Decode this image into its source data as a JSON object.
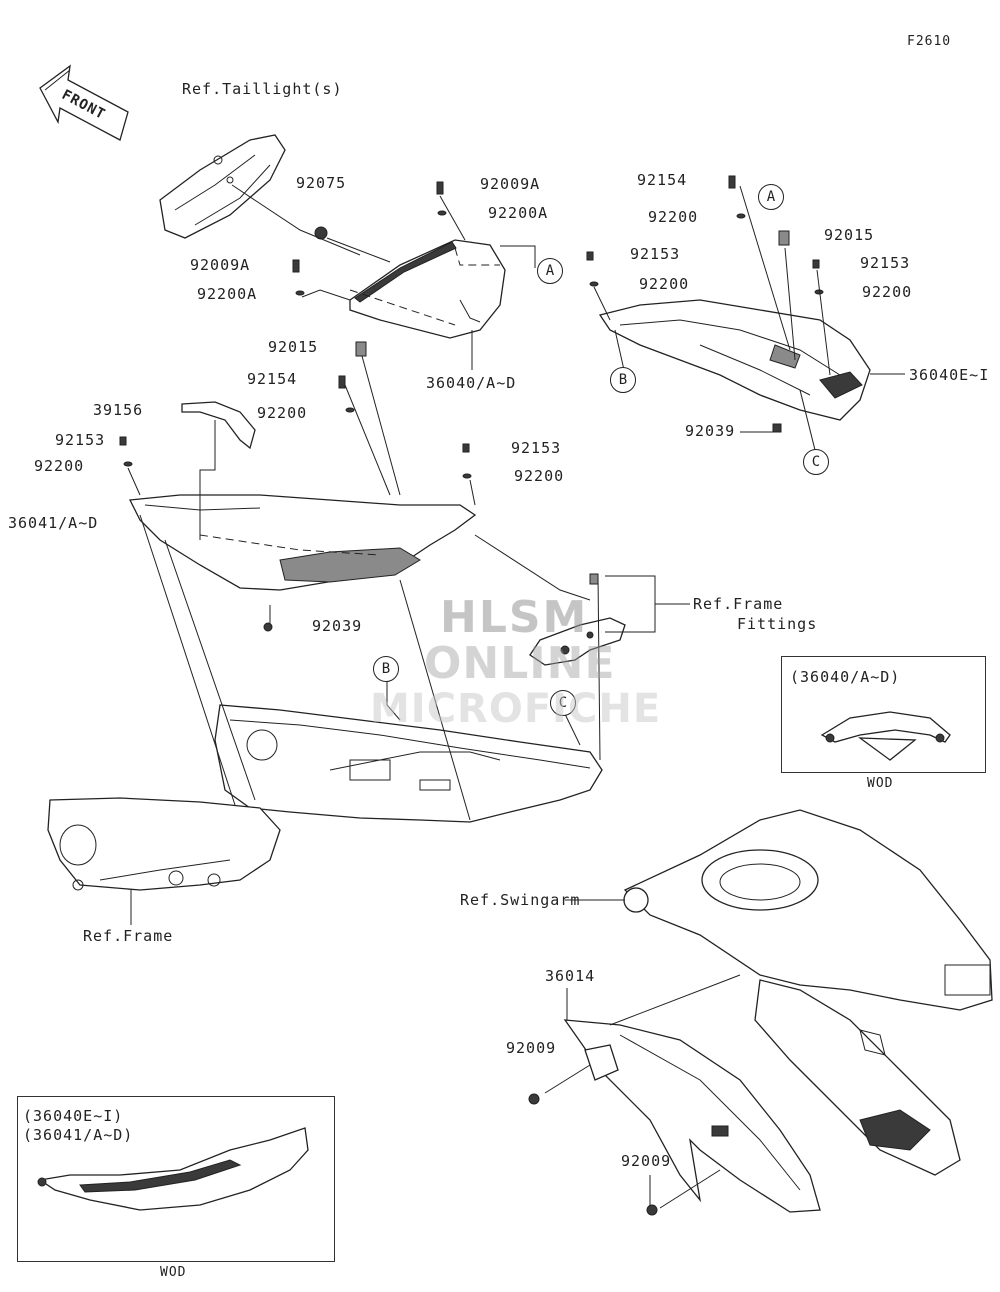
{
  "figure_code": "F2610",
  "front_arrow": "FRONT",
  "refs": {
    "taillight": "Ref.Taillight(s)",
    "frame_fittings_1": "Ref.Frame",
    "frame_fittings_2": "Fittings",
    "swingarm": "Ref.Swingarm",
    "frame": "Ref.Frame"
  },
  "parts": {
    "p92075": "92075",
    "p92009A_a": "92009A",
    "p92200A_a": "92200A",
    "p92009A_b": "92009A",
    "p92200A_b": "92200A",
    "p92015_a": "92015",
    "p36040AD": "36040/A~D",
    "p92154_a": "92154",
    "p92200_a": "92200",
    "p92015_b": "92015",
    "p92153_a": "92153",
    "p92200_b": "92200",
    "p92153_b": "92153",
    "p92200_c": "92200",
    "p36040EI": "36040E~I",
    "p92039_a": "92039",
    "p92154_b": "92154",
    "p92200_d": "92200",
    "p39156": "39156",
    "p92153_c": "92153",
    "p92200_e": "92200",
    "p36041AD": "36041/A~D",
    "p92153_d": "92153",
    "p92200_f": "92200",
    "p92039_b": "92039",
    "p36014": "36014",
    "p92009_a": "92009",
    "p92009_b": "92009"
  },
  "callouts": {
    "a1": "A",
    "a2": "A",
    "b1": "B",
    "b2": "B",
    "c1": "C",
    "c2": "C"
  },
  "insets": {
    "top_right_title": "(36040/A~D)",
    "top_right_caption": "WOD",
    "bottom_left_title_1": "(36040E~I)",
    "bottom_left_title_2": "(36041/A~D)",
    "bottom_left_caption": "WOD"
  },
  "watermark": {
    "line1": "HLSM",
    "line2": "ONLINE",
    "line3": "MICROFICHE"
  }
}
